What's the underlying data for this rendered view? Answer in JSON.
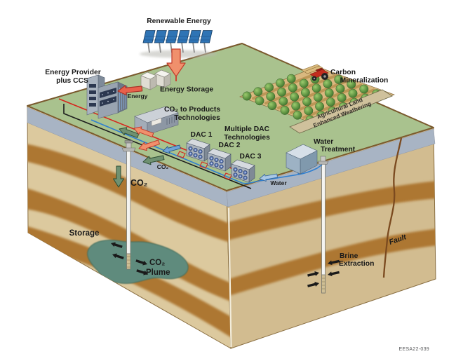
{
  "figure": {
    "id": "EESA22-039"
  },
  "colors": {
    "grass": "#a9c28e",
    "rim": "#a8b4c4",
    "soil_light": "#dcc99e",
    "soil_dark": "#d2bc90",
    "band": "#ad7733",
    "plume": "#5e8b7d",
    "pipe_red": "#d6251d",
    "pipe_blue": "#2f7fd0",
    "pipe_black": "#1c1c1c",
    "arrow_salmon": "#f0906c",
    "arrow_green": "#6f9171",
    "arrow_water": "#a9c8e6",
    "solar_blue": "#2f74b5",
    "tractor_red": "#c22d1e"
  },
  "labels": {
    "renewable_energy": "Renewable Energy",
    "energy_storage": "Energy Storage",
    "energy_provider_line1": "Energy Provider",
    "energy_provider_line2": "plus CCS",
    "co2_products_line1": "CO₂ to Products",
    "co2_products_line2": "Technologies",
    "multiple_dac_line1": "Multiple DAC",
    "multiple_dac_line2": "Technologies",
    "dac_units": [
      "DAC 1",
      "DAC 2",
      "DAC 3"
    ],
    "water_treatment_line1": "Water",
    "water_treatment_line2": "Treatment",
    "carbon_mineralization_line1": "Carbon",
    "carbon_mineralization_line2": "Mineralization",
    "ag_land_line1": "Agricultural Land",
    "ag_land_line2": "Enhanced Weathering",
    "storage": "Storage",
    "fault": "Fault"
  },
  "flows": {
    "energy": "Energy",
    "water": "Water",
    "co2_surface": "CO₂",
    "co2_injection": "CO₂",
    "co2_plume_line1": "CO₂",
    "co2_plume_line2": "Plume",
    "brine_line1": "Brine",
    "brine_line2": "Extraction"
  }
}
